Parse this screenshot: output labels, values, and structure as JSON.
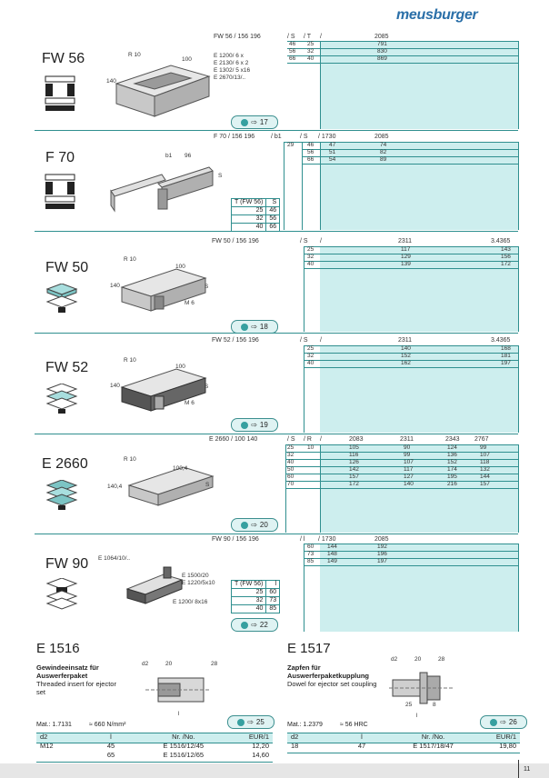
{
  "brand": "meusburger",
  "page_number": "11",
  "sections": [
    {
      "code": "FW 56",
      "header": "FW 56 / 156 196",
      "cols": [
        "/ S",
        "/ T",
        "/",
        "2085"
      ],
      "rows": [
        [
          "46",
          "25",
          "791"
        ],
        [
          "56",
          "32",
          "830"
        ],
        [
          "66",
          "40",
          "869"
        ]
      ],
      "dims": [
        "R 10",
        "100",
        "140"
      ],
      "refs": [
        "E 1200/ 6 x",
        "E 2130/ 6 x 2",
        "E 1302/ 5 x16",
        "E 2670/13/.."
      ],
      "link": "17"
    },
    {
      "code": "F 70",
      "header": "F 70 / 156 196",
      "cols": [
        "/ b1",
        "/ S",
        "/ 1730",
        "2085"
      ],
      "rows": [
        [
          "29",
          "46",
          "47",
          "74"
        ],
        [
          "",
          "56",
          "51",
          "82"
        ],
        [
          "",
          "66",
          "54",
          "89"
        ]
      ],
      "dims": [
        "b1",
        "96",
        "S"
      ],
      "subtable": {
        "head": [
          "T (FW 56)",
          "S"
        ],
        "rows": [
          [
            "25",
            "46"
          ],
          [
            "32",
            "56"
          ],
          [
            "40",
            "66"
          ]
        ]
      }
    },
    {
      "code": "FW 50",
      "header": "FW 50 / 156 196",
      "cols": [
        "/ S",
        "/",
        "2311",
        "3.4365"
      ],
      "rows": [
        [
          "25",
          "117",
          "143"
        ],
        [
          "32",
          "129",
          "156"
        ],
        [
          "40",
          "139",
          "172"
        ]
      ],
      "dims": [
        "R 10",
        "100",
        "140",
        "S",
        "M 6"
      ],
      "link": "18"
    },
    {
      "code": "FW 52",
      "header": "FW 52 / 156 196",
      "cols": [
        "/ S",
        "/",
        "2311",
        "3.4365"
      ],
      "rows": [
        [
          "25",
          "140",
          "168"
        ],
        [
          "32",
          "152",
          "181"
        ],
        [
          "40",
          "162",
          "197"
        ]
      ],
      "dims": [
        "R 10",
        "100",
        "140",
        "S",
        "M 6"
      ],
      "link": "19"
    },
    {
      "code": "E 2660",
      "header": "E 2660 / 100 140",
      "cols": [
        "/ S",
        "/ R",
        "/",
        "2083",
        "2311",
        "2343",
        "2767"
      ],
      "rows": [
        [
          "25",
          "10",
          "105",
          "90",
          "124",
          "99"
        ],
        [
          "32",
          "",
          "116",
          "99",
          "136",
          "107"
        ],
        [
          "40",
          "",
          "126",
          "107",
          "152",
          "118"
        ],
        [
          "50",
          "",
          "142",
          "117",
          "174",
          "132"
        ],
        [
          "60",
          "",
          "157",
          "127",
          "195",
          "144"
        ],
        [
          "70",
          "",
          "172",
          "140",
          "216",
          "157"
        ]
      ],
      "dims": [
        "R 10",
        "100,4",
        "140,4",
        "S"
      ],
      "link": "20"
    },
    {
      "code": "FW 90",
      "header": "FW 90 / 156 196",
      "cols": [
        "/ l",
        "/ 1730",
        "2085"
      ],
      "rows": [
        [
          "60",
          "144",
          "192"
        ],
        [
          "73",
          "148",
          "196"
        ],
        [
          "85",
          "149",
          "197"
        ]
      ],
      "refs": [
        "E 1064/10/..",
        "E 1500/20",
        "E 1220/5x10",
        "E 1200/ 8x16"
      ],
      "subtable": {
        "head": [
          "T (FW 56)",
          "l"
        ],
        "rows": [
          [
            "25",
            "60"
          ],
          [
            "32",
            "73"
          ],
          [
            "40",
            "85"
          ]
        ]
      },
      "link": "22"
    }
  ],
  "e1516": {
    "title": "E 1516",
    "desc_de": "Gewindeeinsatz für Auswerferpaket",
    "desc_en": "Threaded insert for ejector set",
    "dims": [
      "d2",
      "20",
      "28",
      "l"
    ],
    "mat": "Mat.: 1.7131",
    "strength": "≈ 660 N/mm²",
    "link": "25",
    "table_head": [
      "d2",
      "l",
      "Nr. /No.",
      "EUR/1"
    ],
    "rows": [
      [
        "M12",
        "45",
        "E 1516/12/45",
        "12,20"
      ],
      [
        "",
        "65",
        "E 1516/12/65",
        "14,60"
      ]
    ]
  },
  "e1517": {
    "title": "E 1517",
    "desc_de": "Zapfen für Auswerferpaketkupplung",
    "desc_en": "Dowel for ejector set coupling",
    "dims": [
      "d2",
      "20",
      "28",
      "25",
      "8",
      "l"
    ],
    "mat": "Mat.: 1.2379",
    "strength": "≈ 56 HRC",
    "link": "26",
    "table_head": [
      "d2",
      "l",
      "Nr. /No.",
      "EUR/1"
    ],
    "rows": [
      [
        "18",
        "47",
        "E 1517/18/47",
        "19,80"
      ]
    ]
  }
}
